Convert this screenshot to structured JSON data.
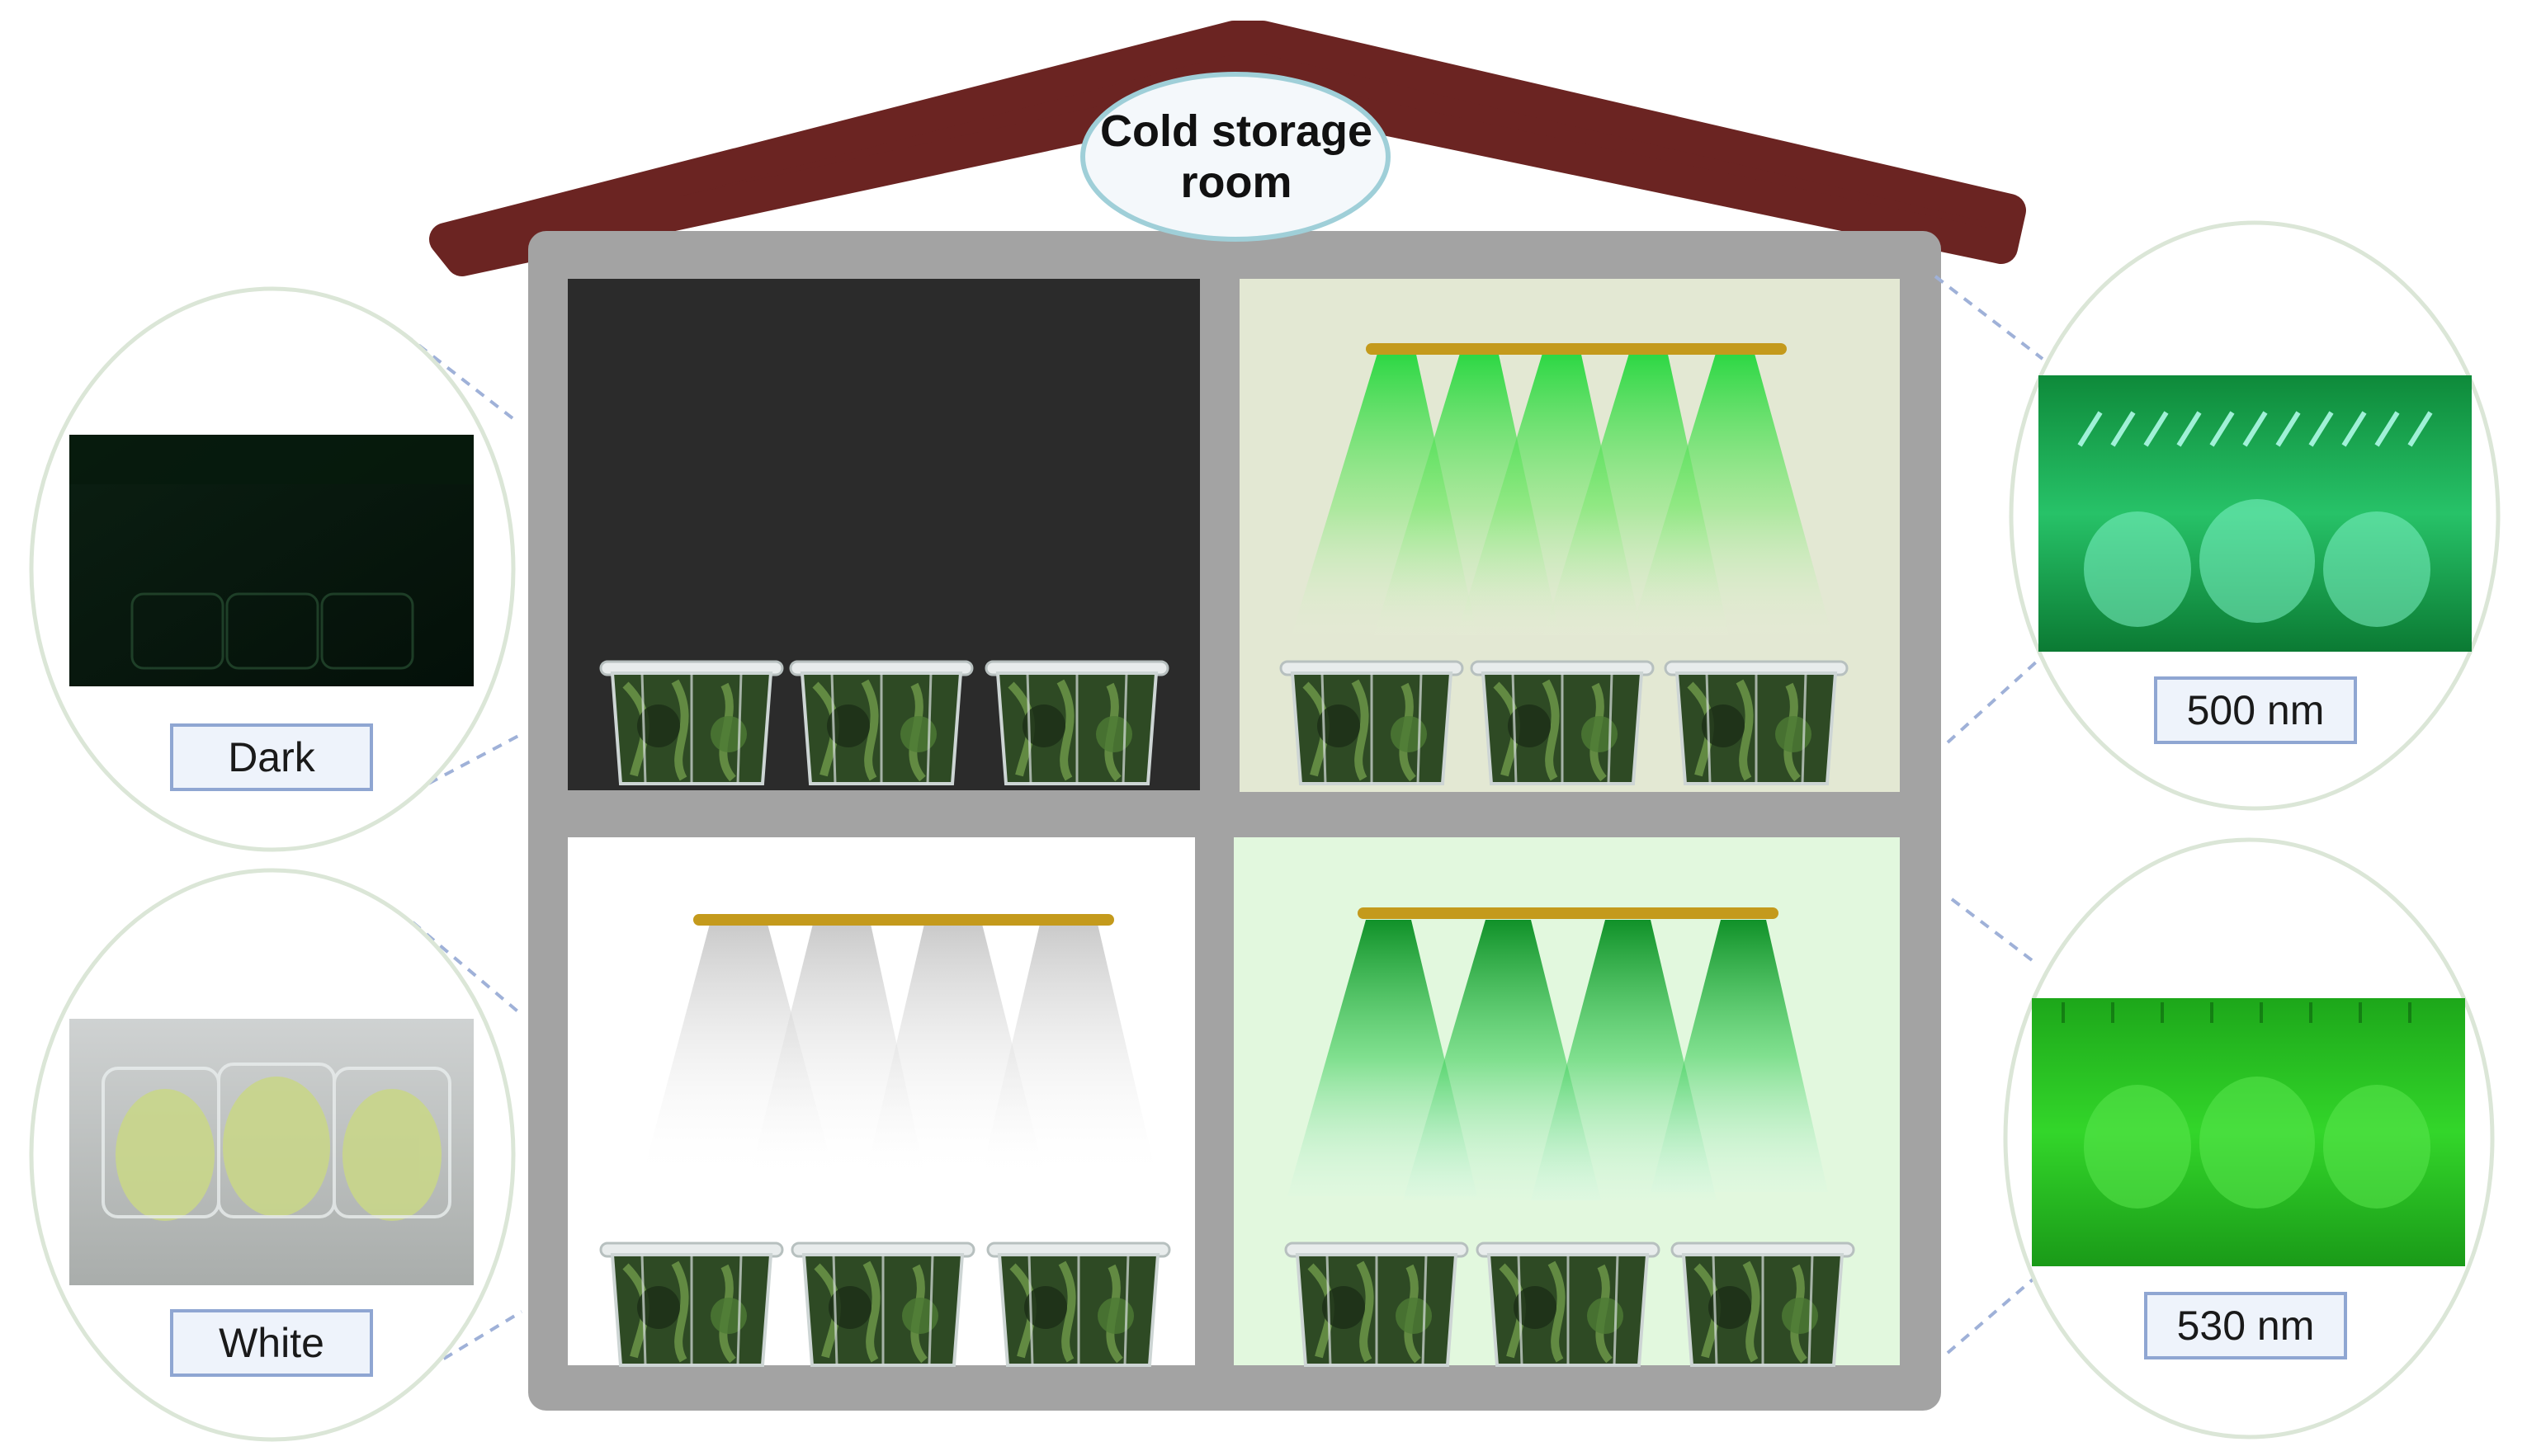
{
  "title": {
    "line1": "Cold storage",
    "line2": "room"
  },
  "panels": [
    {
      "label": "Dark"
    },
    {
      "label": "500 nm"
    },
    {
      "label": "White"
    },
    {
      "label": "530 nm"
    }
  ],
  "colors": {
    "roof": "#6b2422",
    "frame": "#a3a3a3",
    "dark_compartment": "#2b2b2b",
    "green_500_compartment": "#e3e8d3",
    "white_compartment": "#ffffff",
    "green_530_compartment": "#e2f8de",
    "lamp_bar": "#c49a1c",
    "label_border": "#8fa6d2"
  }
}
